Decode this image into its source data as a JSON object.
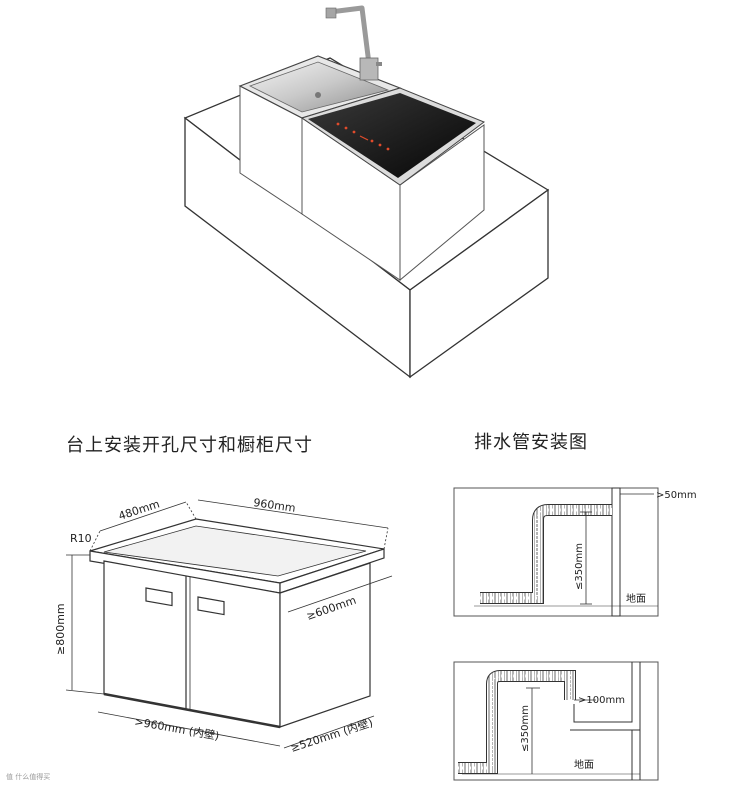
{
  "headings": {
    "cabinet": "台上安装开孔尺寸和橱柜尺寸",
    "drain": "排水管安装图"
  },
  "cabinet_dims": {
    "left_depth": "480mm",
    "top_width": "960mm",
    "radius": "R10",
    "height": "≥800mm",
    "side_depth": "≥600mm",
    "bottom_width": ">960mm (内壁)",
    "bottom_depth": "≥520mm (内壁)"
  },
  "drain_top": {
    "gap": ">50mm",
    "height": "≤350mm",
    "floor": "地面"
  },
  "drain_bottom": {
    "gap": ">100mm",
    "height": "≤350mm",
    "floor": "地面"
  },
  "watermark": "值 什么值得买"
}
